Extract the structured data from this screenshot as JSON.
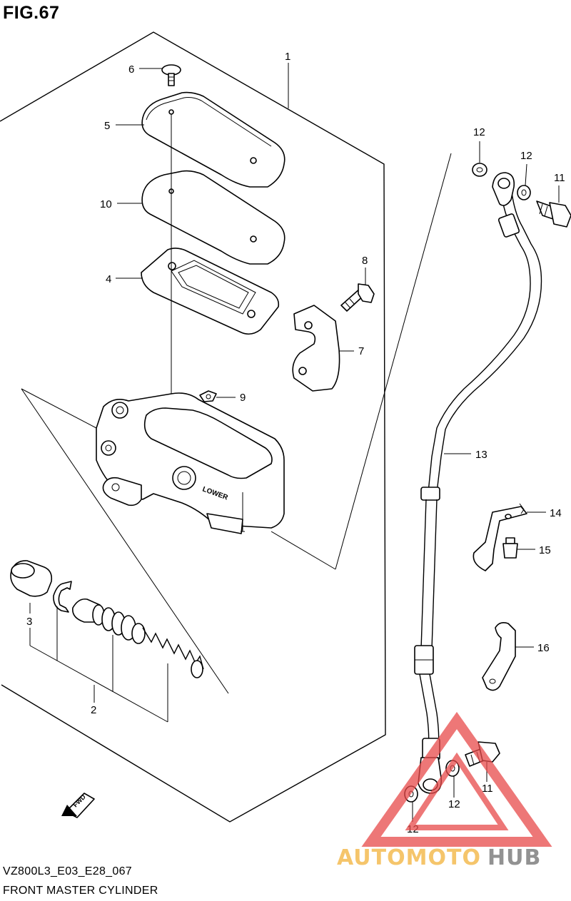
{
  "figure": {
    "title": "FIG.67",
    "code": "VZ800L3_E03_E28_067",
    "name": "FRONT MASTER CYLINDER"
  },
  "callouts": {
    "c1": "1",
    "c2": "2",
    "c3": "3",
    "c4": "4",
    "c5": "5",
    "c6": "6",
    "c7": "7",
    "c8": "8",
    "c9": "9",
    "c10": "10",
    "c11a": "11",
    "c11b": "11",
    "c12a": "12",
    "c12b": "12",
    "c12c": "12",
    "c12d": "12",
    "c13": "13",
    "c14": "14",
    "c15": "15",
    "c16": "16"
  },
  "reservoir_marking": "LOWER",
  "direction_marker": "FWD",
  "watermark": {
    "part1": "AUTOMOTO",
    "part2": "HUB",
    "colors": {
      "triangle": "#e84a4a",
      "auto": "#f2b23a",
      "hub": "#6e6e6e"
    }
  }
}
